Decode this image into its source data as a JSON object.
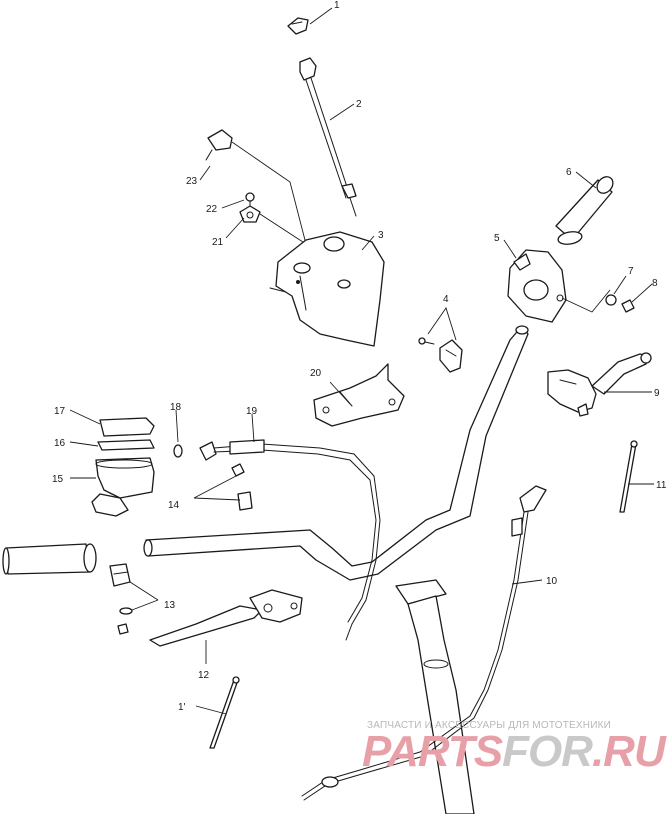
{
  "callouts": {
    "c1": "1",
    "c2": "2",
    "c3": "3",
    "c4": "4",
    "c5": "5",
    "c6": "6",
    "c7": "7",
    "c8": "8",
    "c9": "9",
    "c10": "10",
    "c11a": "11",
    "c11b": "1'",
    "c12": "12",
    "c13": "13",
    "c14": "14",
    "c15": "15",
    "c16": "16",
    "c17": "17",
    "c18": "18",
    "c19": "19",
    "c20": "20",
    "c21": "21",
    "c22": "22",
    "c23": "23"
  },
  "watermark": {
    "tagline": "ЗАПЧАСТИ И АКСЕССУАРЫ ДЛЯ МОТОТЕХНИКИ",
    "brand_a": "PARTS",
    "brand_b": "FOR",
    "brand_c": ".RU"
  }
}
